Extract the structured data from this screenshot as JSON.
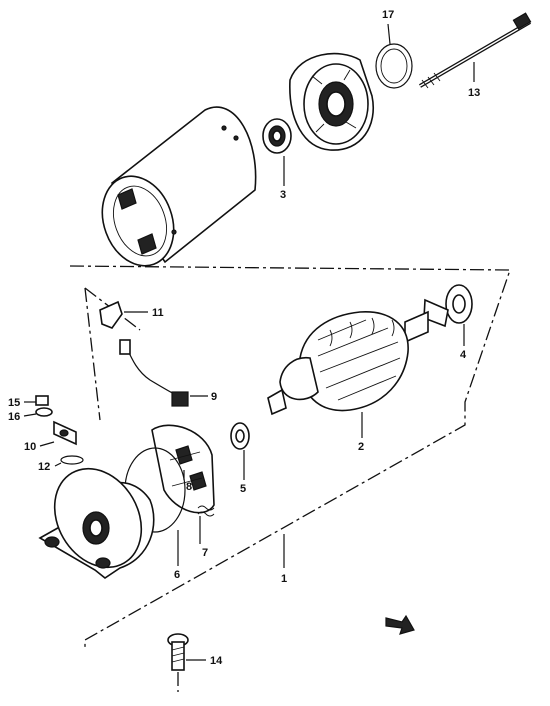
{
  "labels": {
    "p1": "1",
    "p2": "2",
    "p3": "3",
    "p4": "4",
    "p5": "5",
    "p6": "6",
    "p7": "7",
    "p8": "8",
    "p9": "9",
    "p10": "10",
    "p11": "11",
    "p12": "12",
    "p13": "13",
    "p14": "14",
    "p15": "15",
    "p16": "16",
    "p17": "17"
  },
  "icons": {
    "front_marker": "front-arrow-icon"
  }
}
